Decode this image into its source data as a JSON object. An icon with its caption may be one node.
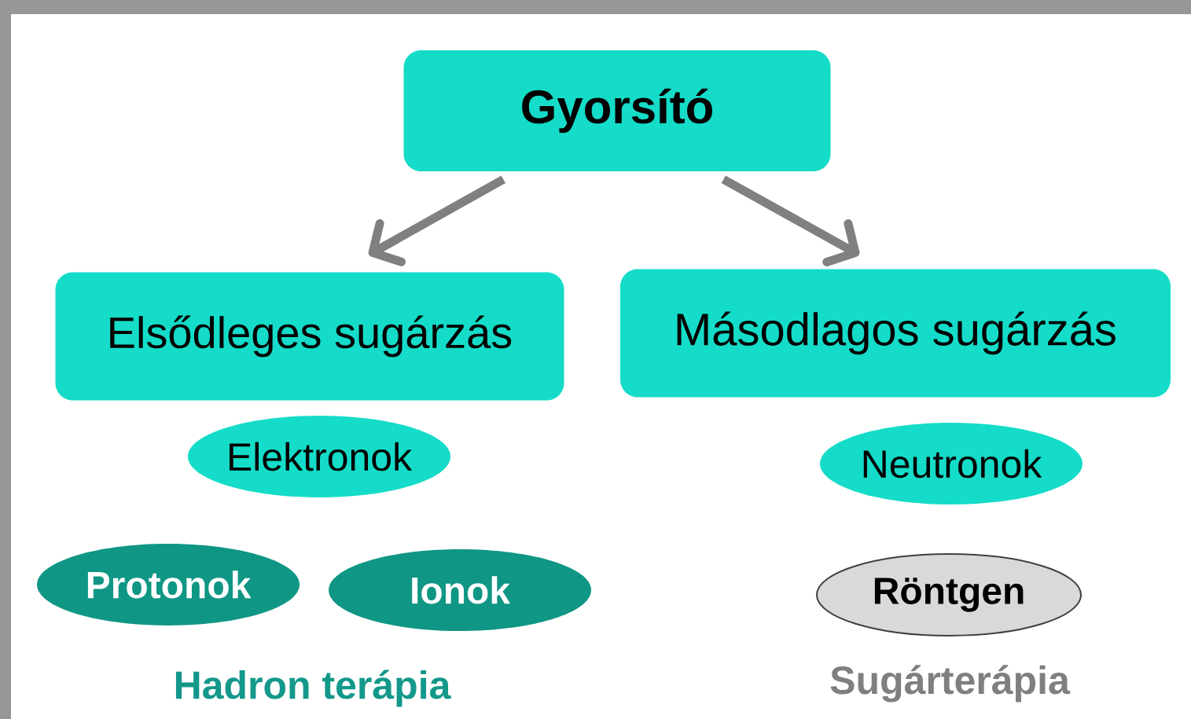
{
  "diagram": {
    "nodes": [
      {
        "text": [
          "Gyorsító"
        ]
      },
      {
        "text": [
          "Elsődleges sugárzás"
        ]
      },
      {
        "text": [
          "Másodlagos sugárzás"
        ]
      },
      {
        "text": [
          "Elektronok"
        ]
      },
      {
        "text": [
          "Neutronok"
        ]
      },
      {
        "text": [
          "Protonok"
        ]
      },
      {
        "text": [
          "Ionok"
        ]
      },
      {
        "text": [
          "Röntgen"
        ]
      }
    ],
    "edges": [
      {
        "from": 0,
        "to": 1,
        "arrow": "to"
      },
      {
        "from": 0,
        "to": 2,
        "arrow": "to"
      }
    ],
    "labels": [
      "Hadron terápia",
      "Sugárterápia"
    ]
  }
}
